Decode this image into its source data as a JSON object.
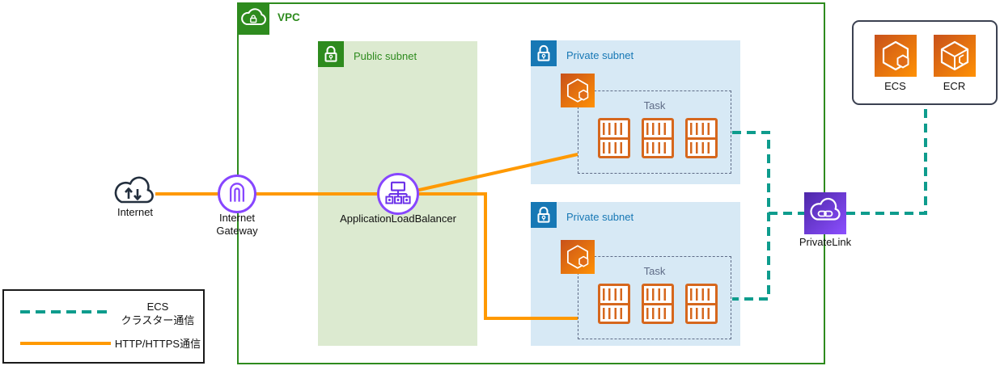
{
  "vpc": {
    "label": "VPC"
  },
  "public_subnet": {
    "label": "Public subnet"
  },
  "private_subnets": [
    {
      "label": "Private subnet",
      "task_label": "Task",
      "container_count": 3
    },
    {
      "label": "Private subnet",
      "task_label": "Task",
      "container_count": 3
    }
  ],
  "nodes": {
    "internet": {
      "label": "Internet"
    },
    "internet_gateway": {
      "label_line1": "Internet",
      "label_line2": "Gateway"
    },
    "load_balancer": {
      "label": "ApplicationLoadBalancer"
    },
    "privatelink": {
      "label": "PrivateLink"
    }
  },
  "external_services": {
    "items": [
      {
        "label": "ECS"
      },
      {
        "label": "ECR"
      }
    ]
  },
  "legend": {
    "items": [
      {
        "label_line1": "ECS",
        "label_line2": "クラスター通信",
        "line_style": "dashed",
        "color": "#0E9C8D"
      },
      {
        "label_line1": "HTTP/HTTPS通信",
        "label_line2": "",
        "line_style": "solid",
        "color": "#FF9900"
      }
    ]
  },
  "colors": {
    "vpc_green": "#2E8B1E",
    "public_subnet_fill": "#DCEAD0",
    "subnet_blue": "#1778B5",
    "private_subnet_fill": "#D7E9F5",
    "task_gray": "#5F6C87",
    "container_orange": "#D6671D",
    "aws_icon_gradient_start": "#C8511B",
    "aws_icon_gradient_end": "#FF9104",
    "gateway_purple": "#8746FF",
    "privatelink_gradient_start": "#4D27A8",
    "privatelink_gradient_end": "#8C4FFF",
    "teal_line": "#0E9C8D",
    "orange_line": "#FF9900",
    "internet_dark": "#232F3E"
  }
}
